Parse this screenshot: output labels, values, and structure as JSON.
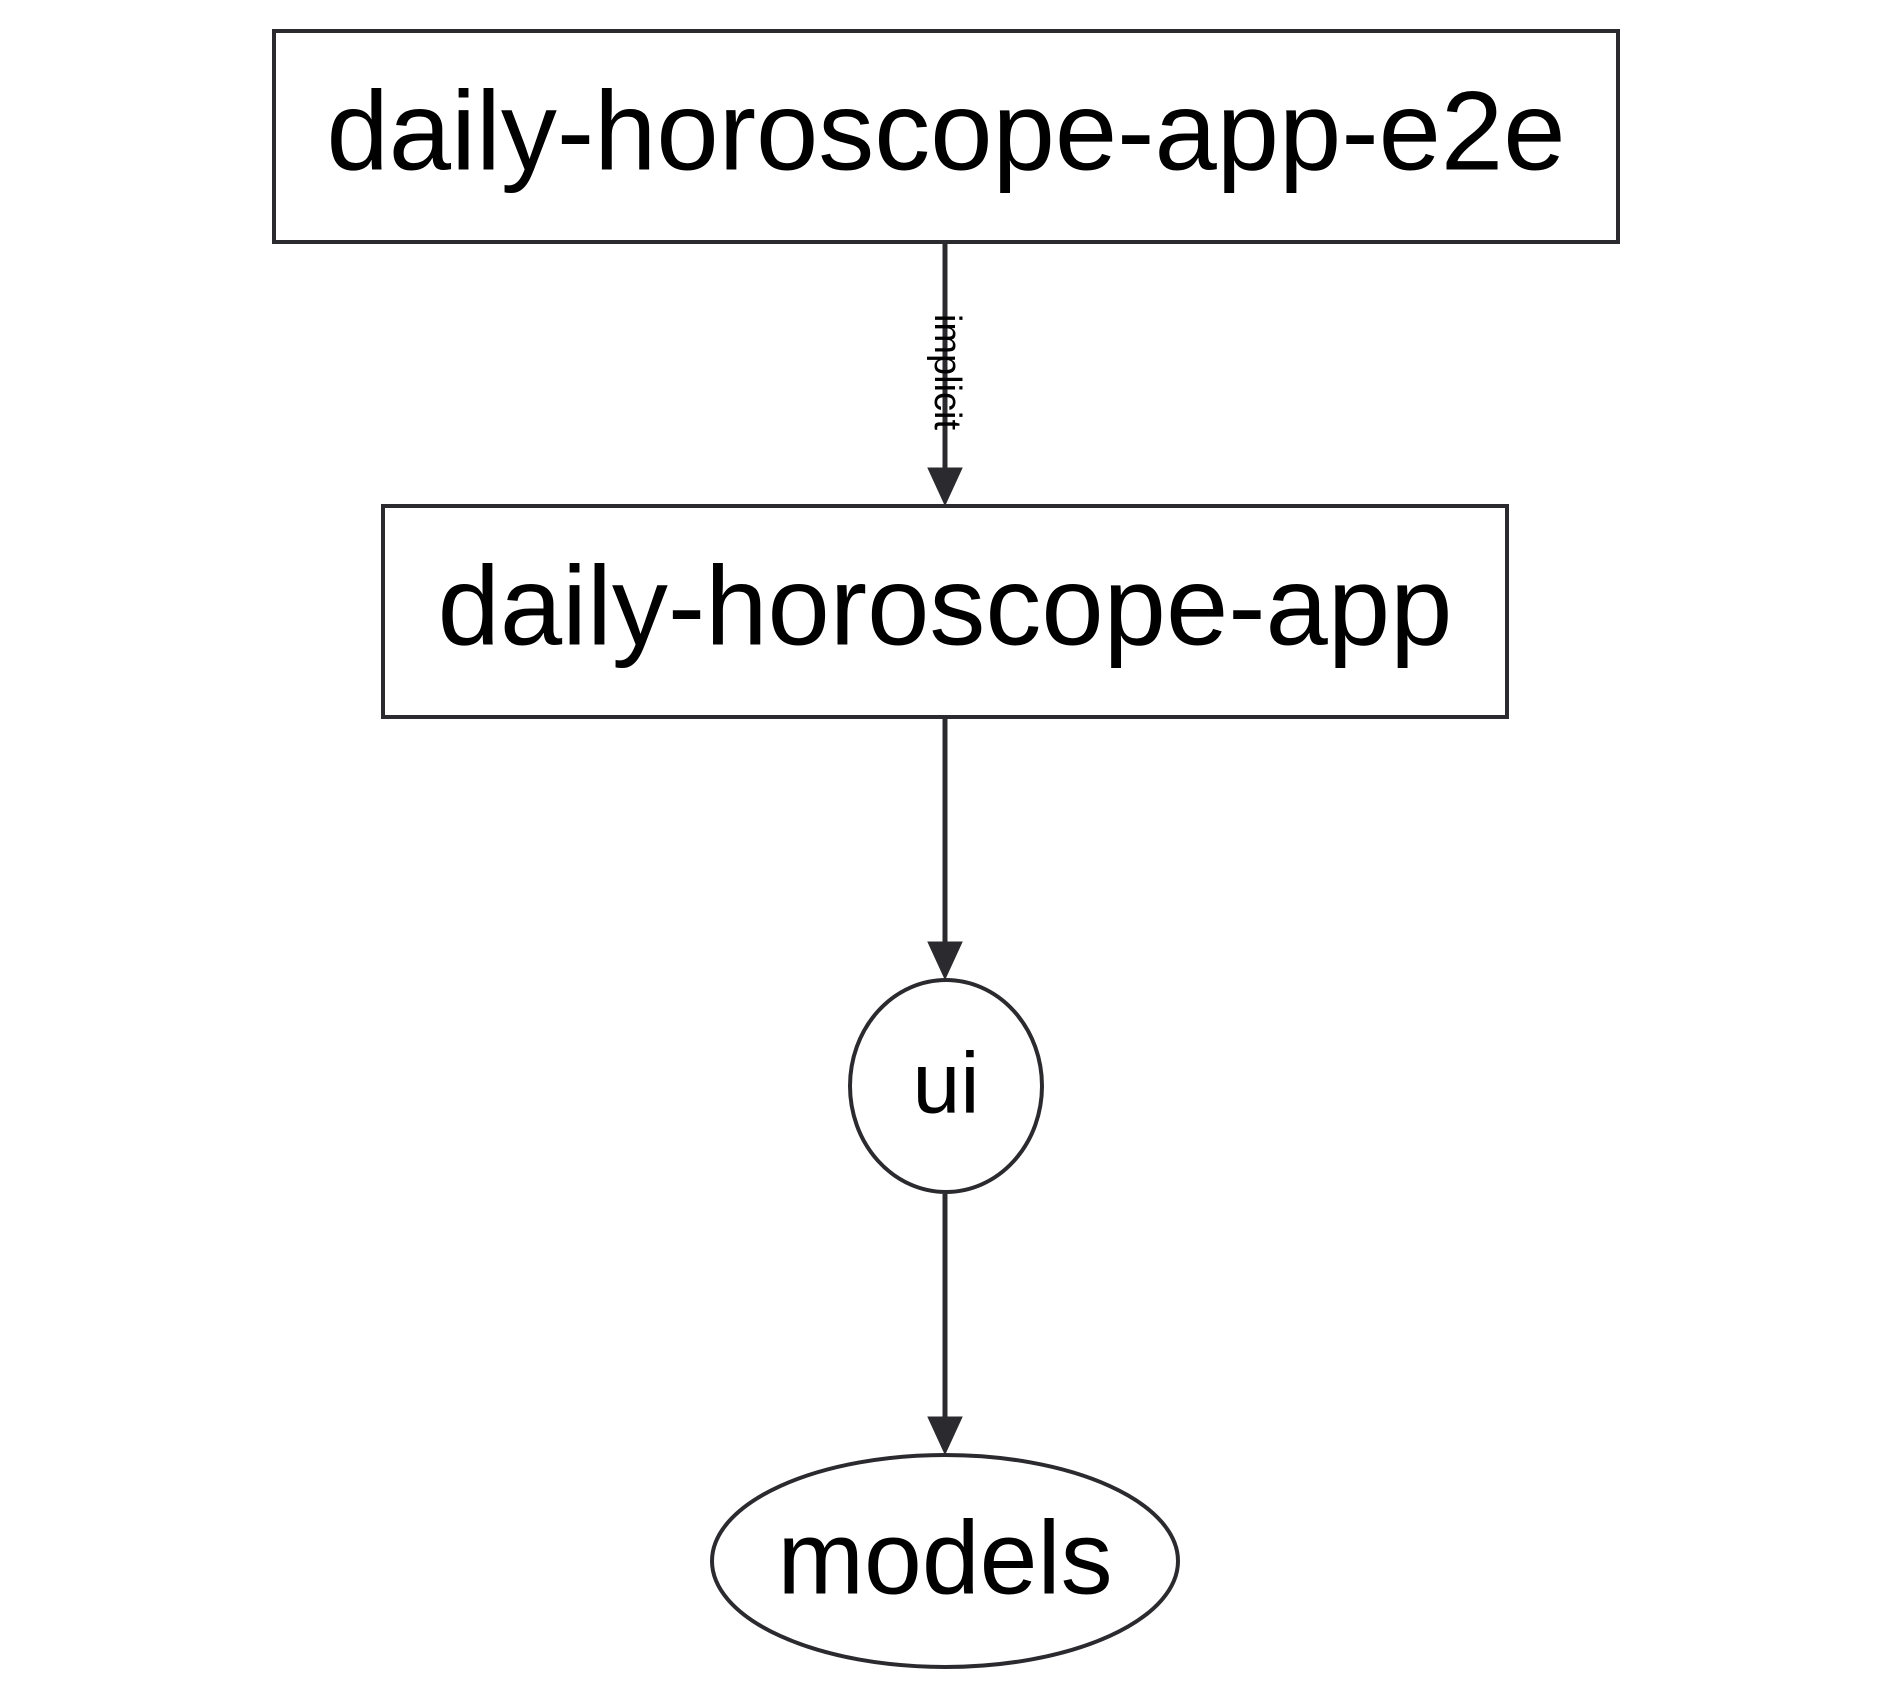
{
  "diagram": {
    "type": "dependency-graph",
    "orientation": "top-to-bottom",
    "background_color": "#ffffff",
    "stroke_color": "#2b2b2f",
    "text_color": "#000000",
    "nodes": [
      {
        "id": "daily-horoscope-app-e2e",
        "label": "daily-horoscope-app-e2e",
        "shape": "rectangle"
      },
      {
        "id": "daily-horoscope-app",
        "label": "daily-horoscope-app",
        "shape": "rectangle"
      },
      {
        "id": "ui",
        "label": "ui",
        "shape": "ellipse"
      },
      {
        "id": "models",
        "label": "models",
        "shape": "ellipse"
      }
    ],
    "edges": [
      {
        "from": "daily-horoscope-app-e2e",
        "to": "daily-horoscope-app",
        "label": "implicit",
        "label_rotation": "90"
      },
      {
        "from": "daily-horoscope-app",
        "to": "ui",
        "label": ""
      },
      {
        "from": "ui",
        "to": "models",
        "label": ""
      }
    ]
  }
}
